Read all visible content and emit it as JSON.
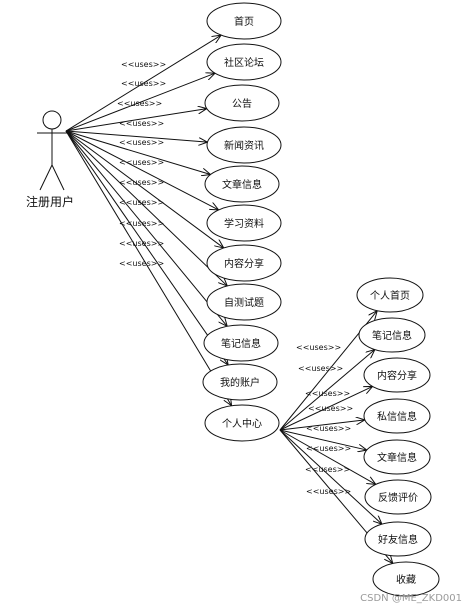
{
  "actor": {
    "name": "注册用户",
    "icon": "stick-figure-icon"
  },
  "relation_label": "<<uses>>",
  "main_use_cases": [
    {
      "label": "首页"
    },
    {
      "label": "社区论坛"
    },
    {
      "label": "公告"
    },
    {
      "label": "新闻资讯"
    },
    {
      "label": "文章信息"
    },
    {
      "label": "学习资料"
    },
    {
      "label": "内容分享"
    },
    {
      "label": "自测试题"
    },
    {
      "label": "笔记信息"
    },
    {
      "label": "我的账户"
    },
    {
      "label": "个人中心"
    }
  ],
  "sub_use_cases": [
    {
      "label": "个人首页"
    },
    {
      "label": "笔记信息"
    },
    {
      "label": "内容分享"
    },
    {
      "label": "私信信息"
    },
    {
      "label": "文章信息"
    },
    {
      "label": "反馈评价"
    },
    {
      "label": "好友信息"
    },
    {
      "label": "收藏"
    }
  ],
  "watermark": "CSDN @ME_ZKD001",
  "colors": {
    "stroke": "#111111",
    "background": "#ffffff"
  }
}
